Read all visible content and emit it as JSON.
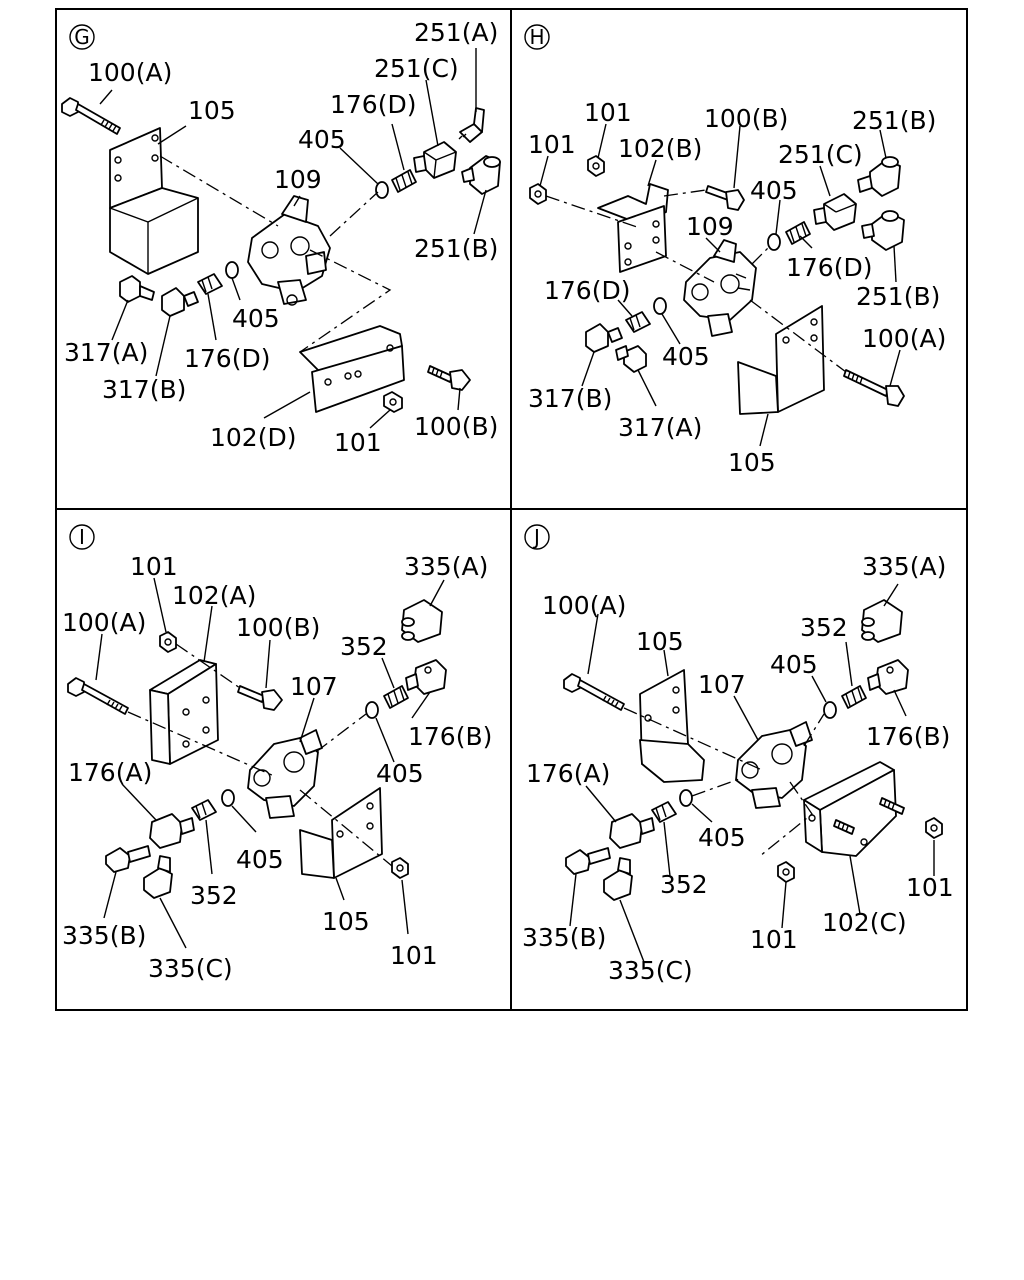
{
  "panels": [
    {
      "id": "G",
      "badge": "G",
      "labels": [
        {
          "key": "100a",
          "text": "100(A)"
        },
        {
          "key": "105",
          "text": "105"
        },
        {
          "key": "251a",
          "text": "251(A)"
        },
        {
          "key": "251c",
          "text": "251(C)"
        },
        {
          "key": "176d_top",
          "text": "176(D)"
        },
        {
          "key": "405_top",
          "text": "405"
        },
        {
          "key": "109",
          "text": "109"
        },
        {
          "key": "251b",
          "text": "251(B)"
        },
        {
          "key": "405_bot",
          "text": "405"
        },
        {
          "key": "317a",
          "text": "317(A)"
        },
        {
          "key": "176d_bot",
          "text": "176(D)"
        },
        {
          "key": "317b",
          "text": "317(B)"
        },
        {
          "key": "102d",
          "text": "102(D)"
        },
        {
          "key": "101",
          "text": "101"
        },
        {
          "key": "100b",
          "text": "100(B)"
        }
      ]
    },
    {
      "id": "H",
      "badge": "H",
      "labels": [
        {
          "key": "101_a",
          "text": "101"
        },
        {
          "key": "101_b",
          "text": "101"
        },
        {
          "key": "102b",
          "text": "102(B)"
        },
        {
          "key": "100b",
          "text": "100(B)"
        },
        {
          "key": "251b_top",
          "text": "251(B)"
        },
        {
          "key": "251c",
          "text": "251(C)"
        },
        {
          "key": "405_top",
          "text": "405"
        },
        {
          "key": "109",
          "text": "109"
        },
        {
          "key": "176d_r",
          "text": "176(D)"
        },
        {
          "key": "176d_l",
          "text": "176(D)"
        },
        {
          "key": "251b_bot",
          "text": "251(B)"
        },
        {
          "key": "405_bot",
          "text": "405"
        },
        {
          "key": "100a",
          "text": "100(A)"
        },
        {
          "key": "317b",
          "text": "317(B)"
        },
        {
          "key": "317a",
          "text": "317(A)"
        },
        {
          "key": "105",
          "text": "105"
        }
      ]
    },
    {
      "id": "I",
      "badge": "I",
      "labels": [
        {
          "key": "101_top",
          "text": "101"
        },
        {
          "key": "102a",
          "text": "102(A)"
        },
        {
          "key": "335a",
          "text": "335(A)"
        },
        {
          "key": "100a",
          "text": "100(A)"
        },
        {
          "key": "100b",
          "text": "100(B)"
        },
        {
          "key": "352_top",
          "text": "352"
        },
        {
          "key": "107",
          "text": "107"
        },
        {
          "key": "176b",
          "text": "176(B)"
        },
        {
          "key": "405_r",
          "text": "405"
        },
        {
          "key": "176a",
          "text": "176(A)"
        },
        {
          "key": "405_b",
          "text": "405"
        },
        {
          "key": "352_bot",
          "text": "352"
        },
        {
          "key": "335b",
          "text": "335(B)"
        },
        {
          "key": "105",
          "text": "105"
        },
        {
          "key": "335c",
          "text": "335(C)"
        },
        {
          "key": "101_bot",
          "text": "101"
        }
      ]
    },
    {
      "id": "J",
      "badge": "J",
      "labels": [
        {
          "key": "335a",
          "text": "335(A)"
        },
        {
          "key": "100a",
          "text": "100(A)"
        },
        {
          "key": "352_top",
          "text": "352"
        },
        {
          "key": "105",
          "text": "105"
        },
        {
          "key": "107",
          "text": "107"
        },
        {
          "key": "405_top",
          "text": "405"
        },
        {
          "key": "176b",
          "text": "176(B)"
        },
        {
          "key": "176a",
          "text": "176(A)"
        },
        {
          "key": "405_bot",
          "text": "405"
        },
        {
          "key": "352_bot",
          "text": "352"
        },
        {
          "key": "101_r",
          "text": "101"
        },
        {
          "key": "335b",
          "text": "335(B)"
        },
        {
          "key": "101_m",
          "text": "101"
        },
        {
          "key": "102c",
          "text": "102(C)"
        },
        {
          "key": "335c",
          "text": "335(C)"
        }
      ]
    }
  ]
}
